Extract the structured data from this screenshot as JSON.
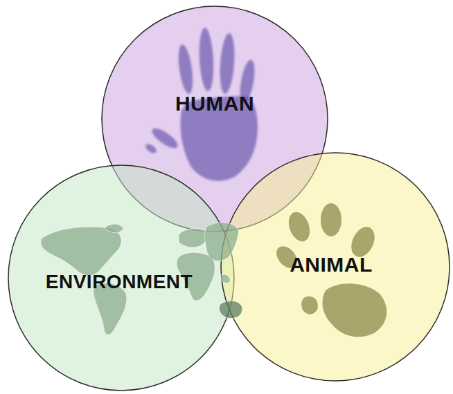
{
  "diagram": {
    "nodes": [
      {
        "text": [
          "HUMAN"
        ]
      },
      {
        "text": [
          "ENVIRONMENT"
        ]
      },
      {
        "text": [
          "ANIMAL"
        ]
      }
    ]
  }
}
